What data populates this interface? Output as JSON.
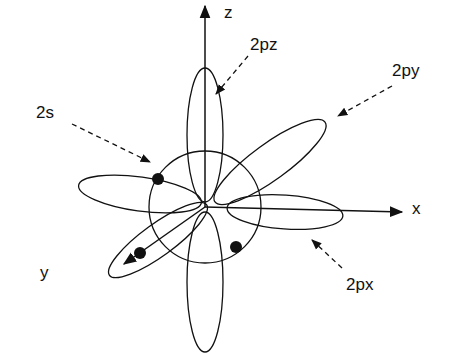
{
  "diagram": {
    "labels": [
      "z",
      "2pz",
      "2py",
      "2s",
      "x",
      "y",
      "2px"
    ]
  }
}
